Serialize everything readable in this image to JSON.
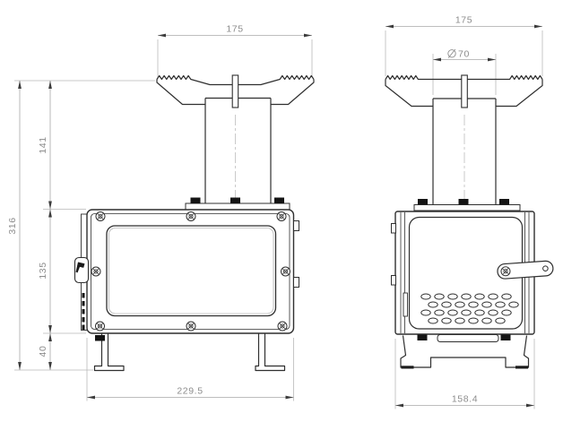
{
  "drawing": {
    "colors": {
      "background": "#ffffff",
      "object_line": "#2f2f2f",
      "dimension_line": "#aeaeae",
      "dimension_text": "#8c8c8c",
      "arrow": "#3c3c3c",
      "clip_fill": "#141414"
    },
    "front_view": {
      "dims": {
        "stand_width": "175",
        "chimney_height": "141",
        "total_height": "316",
        "body_height": "135",
        "leg_height": "40",
        "base_width": "229.5"
      }
    },
    "side_view": {
      "dims": {
        "stand_width": "175",
        "pipe_diameter_symbol": "⌀",
        "pipe_diameter_value": "70",
        "base_width": "158.4"
      }
    }
  }
}
